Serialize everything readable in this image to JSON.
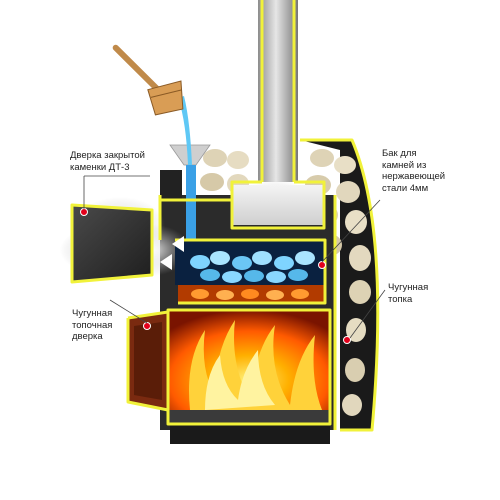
{
  "labels": {
    "door_heater": "Дверка закрытой\nкаменки ДТ-3",
    "water_tank": "Бак для\nкамней  из\nнержавеющей\nстали 4мм",
    "firebox_door": "Чугунная\nтопочная\nдверка",
    "firebox": "Чугунная\nтопка"
  },
  "colors": {
    "frame_outline": "#f1f23a",
    "stone_chamber": "#3aa0e6",
    "fire": "#ff8a00",
    "water": "#5fc8f5",
    "marker": "#e3001b"
  }
}
